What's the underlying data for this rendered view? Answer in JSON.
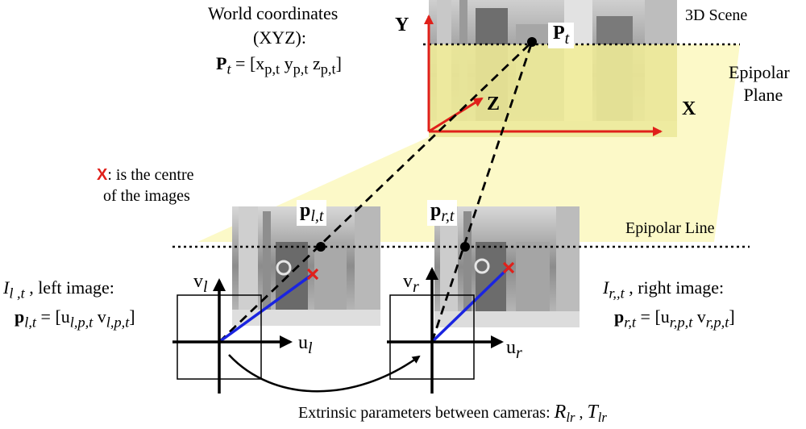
{
  "world": {
    "line1": "World coordinates",
    "line2": "(XYZ):",
    "eq_lhs_bold": "P",
    "eq_lhs_sub": "t",
    "eq_rhs_open": " = [",
    "x_sub": "p,t",
    "y_sub": "p,t",
    "z_sub": "p,t",
    "close": "]"
  },
  "scene": {
    "title": "3D Scene",
    "point_bold": "P",
    "point_sub": "t",
    "axis_y": "Y",
    "axis_x": "X",
    "axis_z": "Z"
  },
  "epipolar": {
    "plane_line1": "Epipolar",
    "plane_line2": "Plane",
    "line_label": "Epipolar Line"
  },
  "centre_note": {
    "marker": "X",
    "text1": ": is the centre",
    "text2": "of the images"
  },
  "left": {
    "point_bold": "p",
    "point_sub": "l,t",
    "axis_v": "v",
    "axis_v_sub": "l",
    "axis_u": "u",
    "axis_u_sub": "l",
    "image_label_italic": "I",
    "image_label_sub": "l ,t",
    "image_label_rest": " , left image:",
    "eq_bold": "p",
    "eq_sub": "l,t",
    "eq_rest": " = [u",
    "eq_u_sub": "l,p,t",
    "eq_v": " v",
    "eq_v_sub": "l,p,t",
    "eq_close": "]"
  },
  "right": {
    "point_bold": "p",
    "point_sub": "r,t",
    "axis_v": "v",
    "axis_v_sub": "r",
    "axis_u": "u",
    "axis_u_sub": "r",
    "image_label_italic": "I",
    "image_label_sub": "r,,t",
    "image_label_rest": " , right image:",
    "eq_bold": "p",
    "eq_sub": "r,t",
    "eq_rest": " = [u",
    "eq_u_sub": "r,p,t",
    "eq_v": " v",
    "eq_v_sub": "r,p,t",
    "eq_close": "]"
  },
  "extrinsic": {
    "text": "Extrinsic parameters between cameras: ",
    "r": "R",
    "r_sub": "lr",
    "sep": " , ",
    "t": "T",
    "t_sub": "lr"
  },
  "colors": {
    "plane": "#fbf7b8",
    "axes_3d": "#e0201a",
    "ray": "#1a24e0",
    "centre_marker": "#e0201a"
  }
}
